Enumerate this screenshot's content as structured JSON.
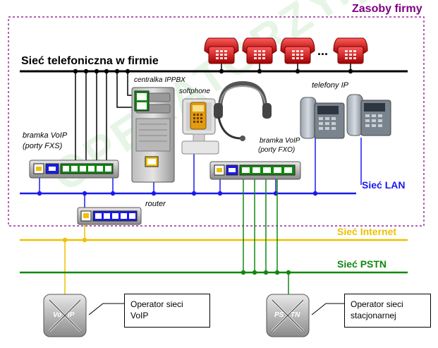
{
  "title": "Zasoby firmy",
  "networks": {
    "phone": "Sieć telefoniczna w firmie",
    "lan": "Sieć LAN",
    "internet": "Sieć Internet",
    "pstn": "Sieć PSTN"
  },
  "devices": {
    "pbx": "centralka IPPBX",
    "softphone": "softphone",
    "ip_phones": "telefony IP",
    "gateway_fxs_line1": "bramka VoIP",
    "gateway_fxs_line2": "(porty FXS)",
    "gateway_fxo_line1": "bramka VoIP",
    "gateway_fxo_line2": "(porty FXO)",
    "router": "router",
    "ellipsis": "..."
  },
  "operators": {
    "voip_line1": "Operator sieci",
    "voip_line2": "VoIP",
    "voip_icon_left": "Vo",
    "voip_icon_right": "IP",
    "pstn_line1": "Operator sieci",
    "pstn_line2": "stacjonarnej",
    "pstn_icon_left": "PS",
    "pstn_icon_right": "TN"
  },
  "watermark": "OPERATORZY.pl",
  "colors": {
    "frame": "#800080",
    "lan": "#1a1aee",
    "internet": "#f0c000",
    "pstn": "#118811",
    "phone_line": "#000000",
    "red_phone": "#d41010"
  }
}
